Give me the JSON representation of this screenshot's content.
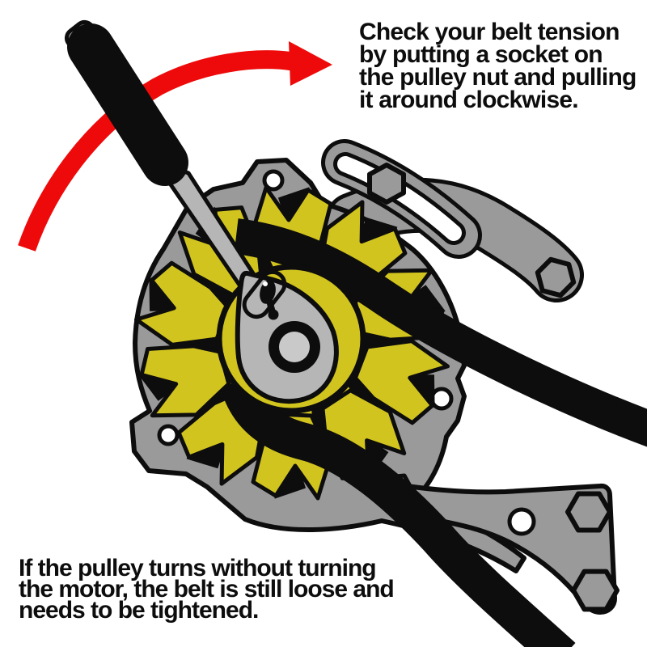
{
  "annotations": {
    "top": {
      "lines": [
        "Check your belt tension",
        "by putting a socket on",
        "the pulley nut and pulling",
        "it around clockwise."
      ]
    },
    "bottom": {
      "lines": [
        "If the pulley turns without turning",
        "the motor, the belt is still loose and",
        "needs to be tightened."
      ]
    }
  },
  "colors": {
    "arrow_red": "#ee0a0a",
    "fan_yellow": "#d2c41e",
    "body_gray": "#9a9a9a",
    "tool_gray": "#b6b6b6",
    "socket_gray": "#c9c9c9",
    "outline_black": "#0d0d0d",
    "background": "#ffffff"
  },
  "illustration": {
    "alt": "Alternator with a ratchet wrench socket on the pulley nut, drive belt, and red clockwise arrow",
    "parts": [
      "clockwise-arrow",
      "ratchet-wrench",
      "cooling-fan",
      "pulley",
      "drive-belt",
      "adjustment-bracket",
      "mounting-bracket"
    ]
  }
}
